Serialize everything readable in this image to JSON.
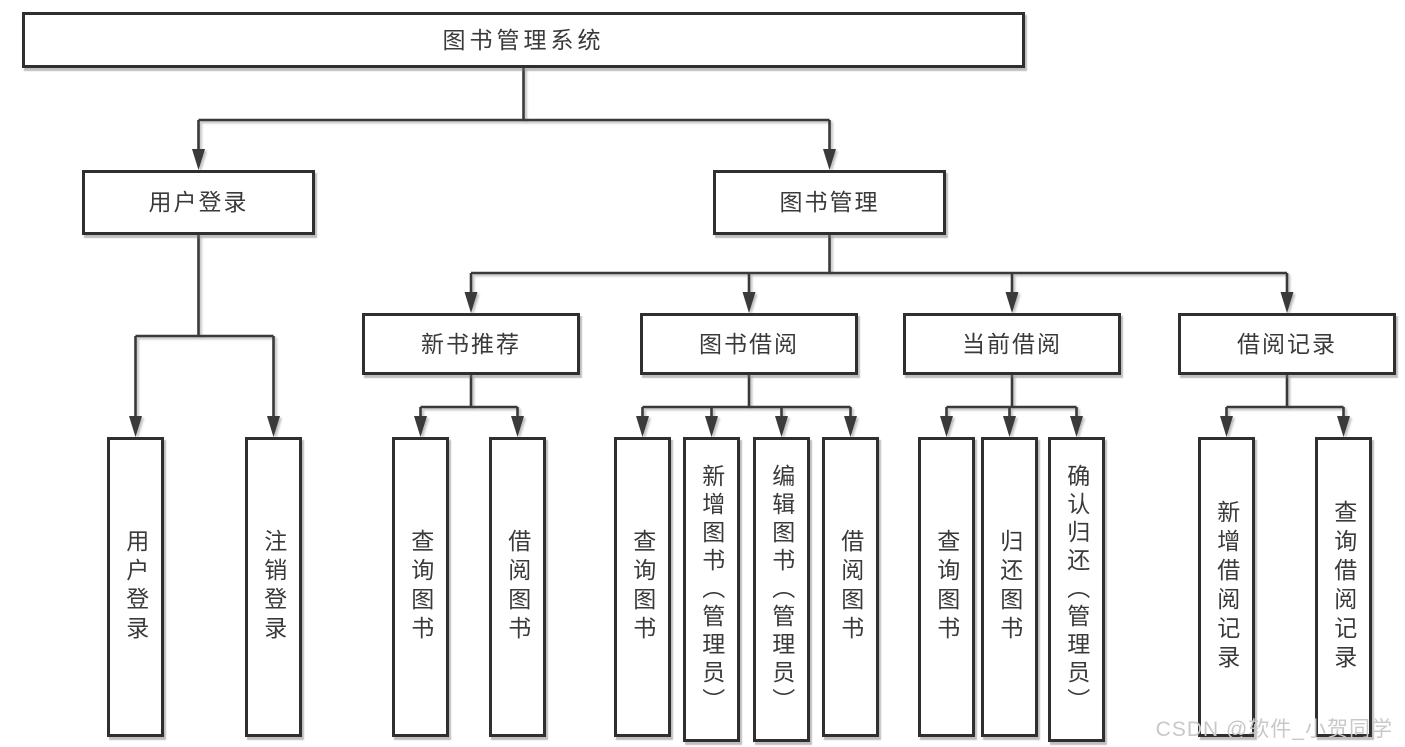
{
  "diagram_title": "图书管理系统",
  "nodes": {
    "root": "图书管理系统",
    "user_login": "用户登录",
    "book_mgmt": "图书管理",
    "new_book_rec": "新书推荐",
    "book_borrow": "图书借阅",
    "current_borrow": "当前借阅",
    "borrow_records": "借阅记录",
    "ul_login": "用户登录",
    "ul_logout": "注销登录",
    "nbr_query": "查询图书",
    "nbr_borrow": "借阅图书",
    "bb_query": "查询图书",
    "bb_add": "新增图书（管理员）",
    "bb_edit": "编辑图书（管理员）",
    "bb_borrow": "借阅图书",
    "cb_query": "查询图书",
    "cb_return": "归还图书",
    "cb_confirm": "确认归还（管理员）",
    "br_add": "新增借阅记录",
    "br_query": "查询借阅记录"
  },
  "hierarchy": {
    "图书管理系统": [
      "用户登录",
      "图书管理"
    ],
    "用户登录": [
      "用户登录",
      "注销登录"
    ],
    "图书管理": [
      "新书推荐",
      "图书借阅",
      "当前借阅",
      "借阅记录"
    ],
    "新书推荐": [
      "查询图书",
      "借阅图书"
    ],
    "图书借阅": [
      "查询图书",
      "新增图书（管理员）",
      "编辑图书（管理员）",
      "借阅图书"
    ],
    "当前借阅": [
      "查询图书",
      "归还图书",
      "确认归还（管理员）"
    ],
    "借阅记录": [
      "新增借阅记录",
      "查询借阅记录"
    ]
  },
  "watermark": "CSDN @软件_小贺同学",
  "colors": {
    "line": "#3a3a3a",
    "border": "#2f2f2f",
    "text": "#3a3a3a",
    "watermark": "#c8c8c8",
    "background": "#ffffff"
  }
}
